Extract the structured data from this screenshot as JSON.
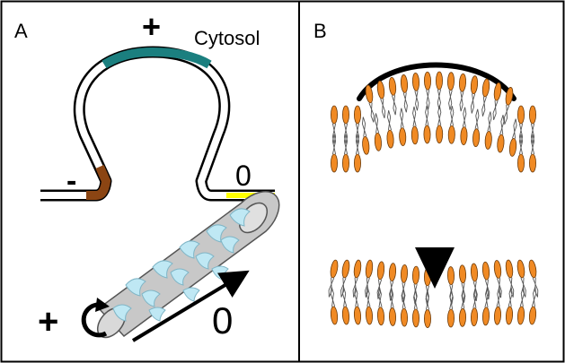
{
  "panels": {
    "a": {
      "letter": "A",
      "region_label": "Cytosol",
      "sign_top": "+",
      "sign_left": "-",
      "sign_right": "0",
      "tube_sign_left": "+",
      "tube_sign_right": "0"
    },
    "b": {
      "letter": "B"
    }
  },
  "colors": {
    "frame": "#000000",
    "membrane_outline": "#000000",
    "positive_segment": "#1b7f7f",
    "negative_segment": "#8b4513",
    "zero_segment": "#ffff00",
    "lipid_head": "#f08a24",
    "lipid_head_stroke": "#6b3a0a",
    "tube_body": "#c8c8c8",
    "tube_patch": "#bfe8f4",
    "wedge": "#000000"
  },
  "icons": {
    "rotation": "rotation-arrow-icon",
    "direction": "diagonal-arrow-icon"
  }
}
